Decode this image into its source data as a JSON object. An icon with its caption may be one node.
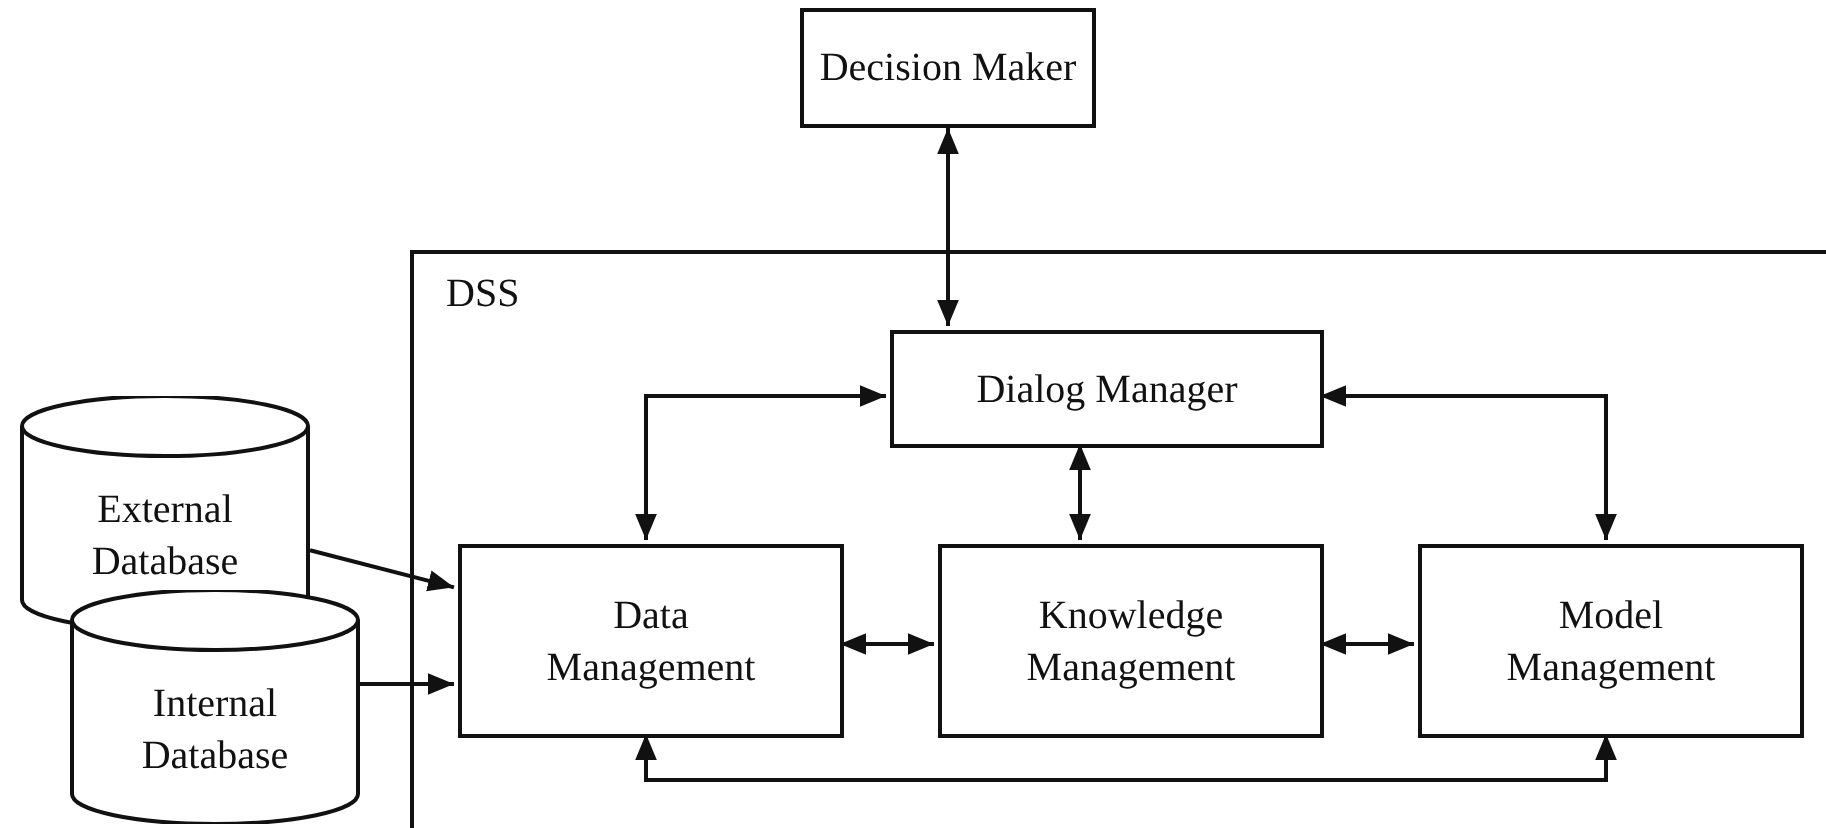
{
  "diagram": {
    "nodes": [
      {
        "text": [
          "Decision Maker"
        ]
      },
      {
        "text": [
          "DSS"
        ]
      },
      {
        "text": [
          "Dialog Manager"
        ],
        "in": 1
      },
      {
        "text": [
          "External Database"
        ]
      },
      {
        "text": [
          "Data Management"
        ],
        "in": 1
      },
      {
        "text": [
          "Knowledge Management"
        ],
        "in": 1
      },
      {
        "text": [
          "Model Management"
        ],
        "in": 1
      },
      {
        "text": [
          "Internal Database"
        ]
      }
    ],
    "edges": [
      {
        "from": 0,
        "to": 2,
        "arrow": "both"
      },
      {
        "from": 4,
        "to": 2,
        "arrow": "both"
      },
      {
        "from": 2,
        "to": 5,
        "arrow": "both"
      },
      {
        "from": 2,
        "to": 6,
        "arrow": "both"
      },
      {
        "from": 4,
        "to": 5,
        "arrow": "both"
      },
      {
        "from": 5,
        "to": 6,
        "arrow": "both"
      },
      {
        "from": 4,
        "to": 6,
        "arrow": "both"
      },
      {
        "from": 3,
        "to": 4,
        "arrow": "to"
      },
      {
        "from": 7,
        "to": 4,
        "arrow": "to"
      }
    ]
  }
}
